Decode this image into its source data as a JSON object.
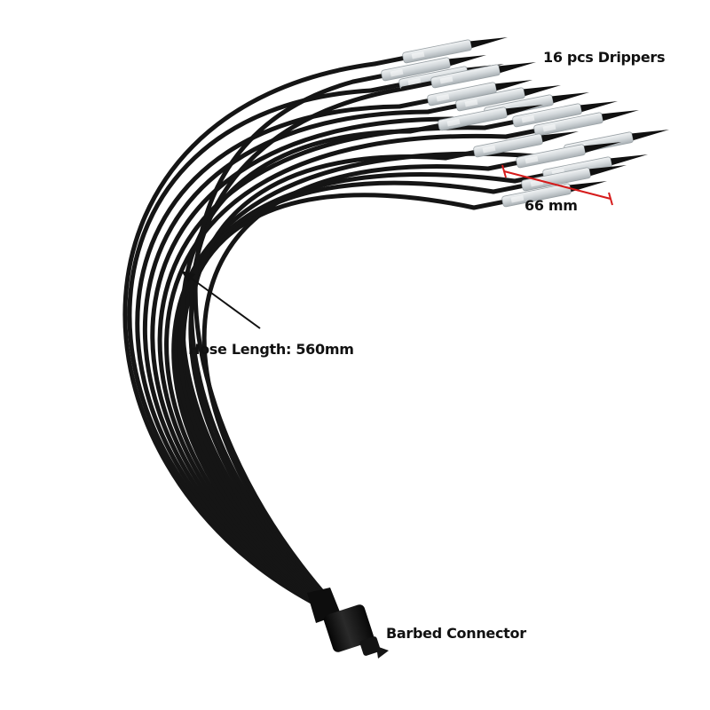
{
  "labels": {
    "drippers": "16 pcs Drippers",
    "dripper_width": "66 mm",
    "hose_length": "Hose Length: 560mm",
    "connector": "Barbed Connector"
  },
  "product": {
    "dripper_count": 16,
    "hose_color": "#151515",
    "dripper_body_color": "#d9dde0",
    "dimension_line_color": "#d61b1b",
    "arrow_color": "#111111"
  }
}
